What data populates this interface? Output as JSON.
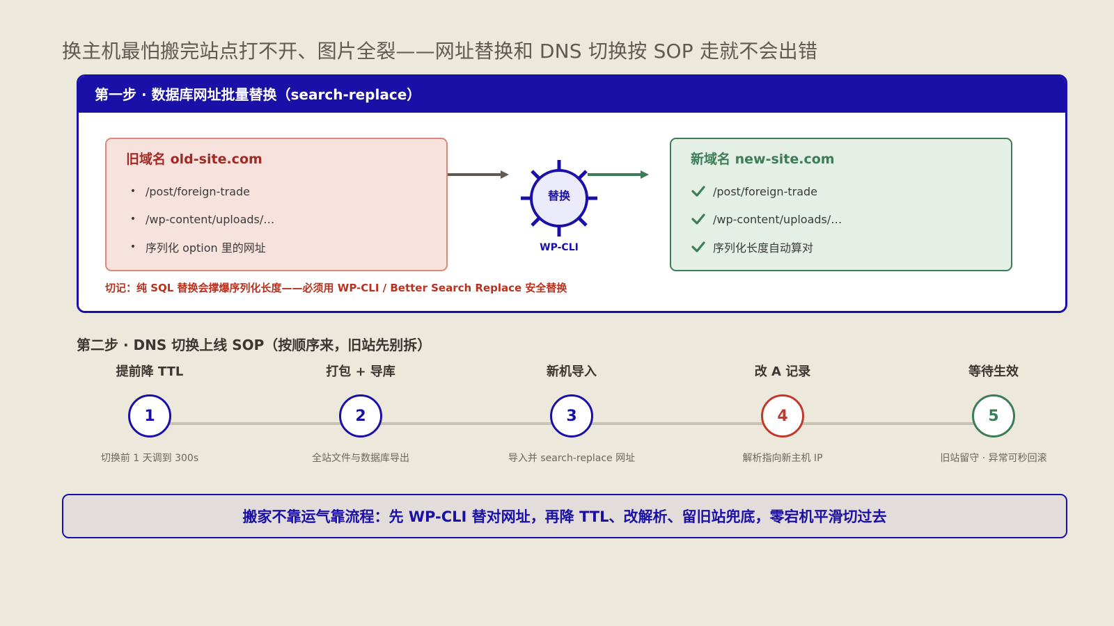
{
  "page_title": "换主机最怕搬完站点打不开、图片全裂——网址替换和 DNS 切换按 SOP 走就不会出错",
  "step1": {
    "header": "第一步 · 数据库网址批量替换（search-replace）",
    "old_domain": {
      "title": "旧域名 old-site.com",
      "items": [
        "/post/foreign-trade",
        "/wp-content/uploads/…",
        "序列化 option 里的网址"
      ],
      "border_color": "#dd8779",
      "bg_color": "#f8e2de"
    },
    "new_domain": {
      "title": "新域名 new-site.com",
      "items": [
        "/post/foreign-trade",
        "/wp-content/uploads/…",
        "序列化长度自动算对"
      ],
      "border_color": "#3c7c56",
      "bg_color": "#e4efe6"
    },
    "gear_label": "替换",
    "gear_caption": "WP-CLI",
    "warning": "切记：纯 SQL 替换会撑爆序列化长度——必须用 WP-CLI / Better Search Replace 安全替换"
  },
  "step2": {
    "title": "第二步 · DNS 切换上线 SOP（按顺序来，旧站先别拆）",
    "steps": [
      {
        "num": "1",
        "label": "提前降 TTL",
        "desc": "切换前 1 天调到 300s",
        "color": "#1a0fa6"
      },
      {
        "num": "2",
        "label": "打包 + 导库",
        "desc": "全站文件与数据库导出",
        "color": "#1a0fa6"
      },
      {
        "num": "3",
        "label": "新机导入",
        "desc": "导入并 search-replace 网址",
        "color": "#1a0fa6"
      },
      {
        "num": "4",
        "label": "改 A 记录",
        "desc": "解析指向新主机 IP",
        "color": "#c0392b"
      },
      {
        "num": "5",
        "label": "等待生效",
        "desc": "旧站留守 · 异常可秒回滚",
        "color": "#3c7c56"
      }
    ]
  },
  "summary": "搬家不靠运气靠流程：先 WP-CLI 替对网址，再降 TTL、改解析、留旧站兜底，零宕机平滑切过去",
  "colors": {
    "accent": "#1a0fa6",
    "danger": "#b8321f",
    "success": "#3c7c56",
    "background": "#ece8dc"
  }
}
